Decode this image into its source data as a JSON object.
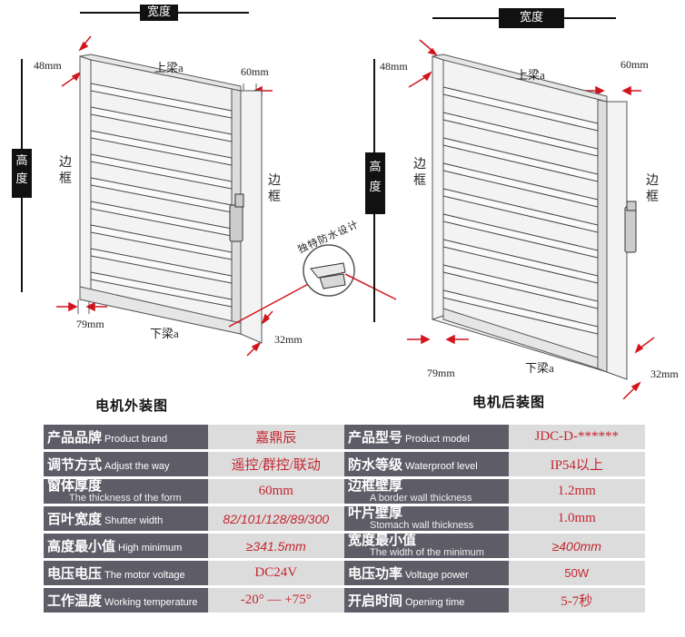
{
  "left_diagram": {
    "width_label": "宽度",
    "height_label": "高度",
    "top_beam": "上梁a",
    "bottom_beam": "下梁a",
    "side_frame_left": "边框",
    "side_frame_right": "边框",
    "dim_48": "48mm",
    "dim_60": "60mm",
    "dim_79": "79mm",
    "dim_32": "32mm",
    "caption": "电机外装图"
  },
  "right_diagram": {
    "width_label": "宽度",
    "height_label": "高度",
    "top_beam": "上梁a",
    "bottom_beam": "下梁a",
    "side_frame_left": "边框",
    "side_frame_right": "边框",
    "dim_48": "48mm",
    "dim_60": "60mm",
    "dim_79": "79mm",
    "dim_32": "32mm",
    "caption": "电机后装图"
  },
  "detail_label": "独特防水设计",
  "specs": [
    {
      "k1_zh": "产品品牌",
      "k1_en": "Product brand",
      "v1": "嘉鼎辰",
      "k2_zh": "产品型号",
      "k2_en": "Product model",
      "v2": "JDC-D-******"
    },
    {
      "k1_zh": "调节方式",
      "k1_en": "Adjust the way",
      "v1": "遥控/群控/联动",
      "k2_zh": "防水等级",
      "k2_en": "Waterproof level",
      "v2": "IP54以上"
    },
    {
      "k1_zh": "窗体厚度",
      "k1_en": "The thickness of the form",
      "v1": "60mm",
      "k2_zh": "边框壁厚",
      "k2_en": "A border wall thickness",
      "v2": "1.2mm"
    },
    {
      "k1_zh": "百叶宽度",
      "k1_en": "Shutter width",
      "v1": "82/101/128/89/300",
      "k2_zh": "叶片壁厚",
      "k2_en": "Stomach wall thickness",
      "v2": "1.0mm"
    },
    {
      "k1_zh": "高度最小值",
      "k1_en": "High minimum",
      "v1": "≥341.5mm",
      "k2_zh": "宽度最小值",
      "k2_en": "The width of the minimum",
      "v2": "≥400mm"
    },
    {
      "k1_zh": "电压电压",
      "k1_en": "The motor voltage",
      "v1": "DC24V",
      "k2_zh": "电压功率",
      "k2_en": "Voltage power",
      "v2": "50W"
    },
    {
      "k1_zh": "工作温度",
      "k1_en": "Working temperature",
      "v1": "-20°  —  +75°",
      "k2_zh": "开启时间",
      "k2_en": "Opening time",
      "v2": "5-7秒"
    }
  ]
}
